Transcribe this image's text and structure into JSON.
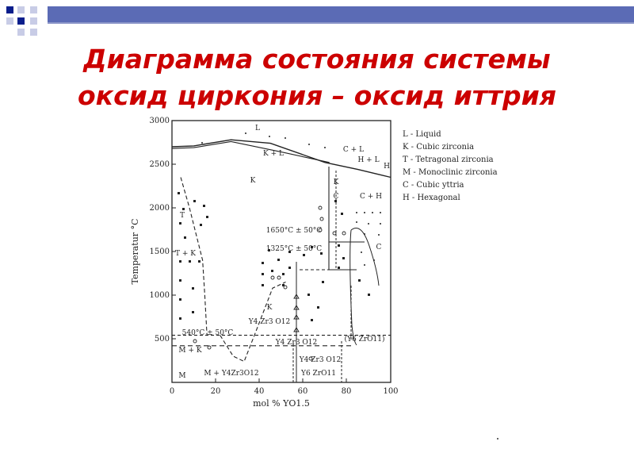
{
  "slide": {
    "title_line1": "Диаграмма состояния системы",
    "title_line2": "оксид циркония – оксид иттрия"
  },
  "accent_colors": {
    "title": "#cc0000",
    "corner_squares": "#0a1e8c",
    "header_band": "#5b6bb5"
  },
  "chart_data": {
    "type": "phase-diagram",
    "ylabel": "Temperatur °C",
    "xlabel": "mol % YO1.5",
    "x_ticks": [
      "0",
      "20",
      "40",
      "60",
      "80",
      "100"
    ],
    "y_ticks": [
      "3000",
      "2500",
      "2000",
      "1500",
      "1000",
      "500"
    ],
    "xlim": [
      0,
      100
    ],
    "ylim": [
      0,
      3000
    ],
    "legend": [
      "L - Liquid",
      "K - Cubic zirconia",
      "T - Tetragonal zirconia",
      "M - Monoclinic zirconia",
      "C - Cubic yttria",
      "H - Hexagonal"
    ],
    "labels": {
      "L": "L",
      "K_L": "K + L",
      "C_L": "C + L",
      "H_L": "H + L",
      "H": "H",
      "K": "K",
      "K_right": "K",
      "C_small": "C",
      "C_H": "C + H",
      "T": "T",
      "T_K": "T + K",
      "C_right": "C",
      "K_mid": "K",
      "iso_1650": "1650°C ± 50°C",
      "iso_1325": "1325°C ± 50°C",
      "iso_540": "540°C ± 50°C",
      "M_K": "M + K",
      "M": "M",
      "M_Y4": "M + Y4Zr3O12",
      "Y4_mid": "Y4 Zr3 O12",
      "Y4_low": "Y4 Zr3 O12",
      "Y6ZrO11_paren": "(Y6 ZrO11)",
      "Y4_bottom": "Y4 Zr3 O12",
      "Y6_bottom": "Y6 ZrO11"
    },
    "boundaries": [
      {
        "name": "liquidus",
        "x": [
          0,
          10,
          27,
          45,
          70,
          85,
          95,
          100
        ],
        "y": [
          2700,
          2710,
          2780,
          2740,
          2520,
          2440,
          2380,
          2350
        ]
      },
      {
        "name": "solidus",
        "x": [
          0,
          10,
          27,
          50,
          72
        ],
        "y": [
          2680,
          2690,
          2760,
          2640,
          2520
        ]
      },
      {
        "name": "T_K_boundary",
        "x": [
          4,
          8,
          12,
          14,
          15,
          16
        ],
        "y": [
          2350,
          2000,
          1600,
          1400,
          1000,
          540
        ]
      },
      {
        "name": "K_lower_boundary",
        "x": [
          22,
          28,
          33,
          38,
          46,
          52
        ],
        "y": [
          540,
          300,
          240,
          560,
          1080,
          1150
        ]
      },
      {
        "name": "M_K_line",
        "x": [
          0,
          100
        ],
        "y": [
          540,
          540
        ]
      },
      {
        "name": "eutectoid_400",
        "x": [
          0,
          83
        ],
        "y": [
          420,
          420
        ]
      }
    ]
  }
}
